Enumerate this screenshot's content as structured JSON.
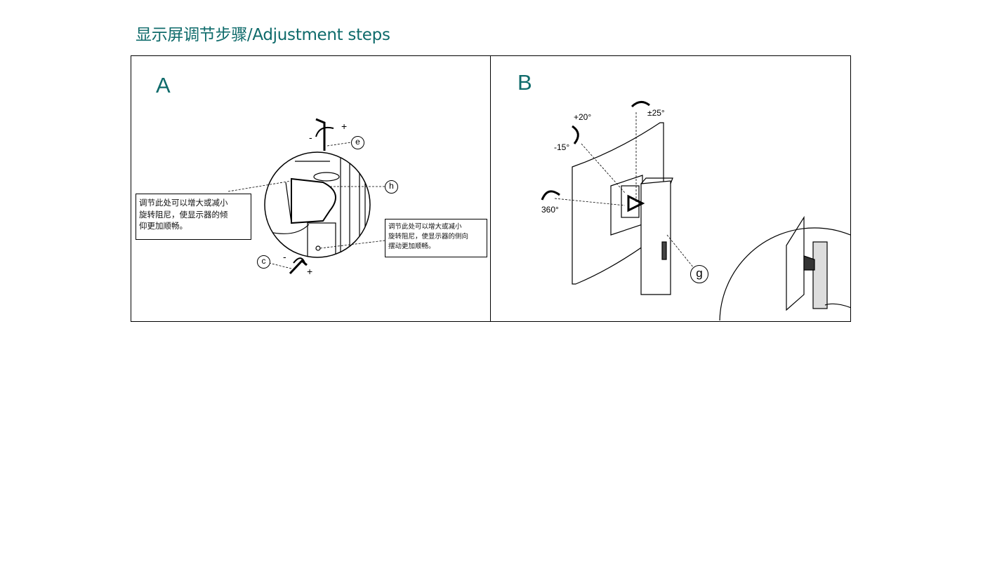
{
  "title": "显示屏调节步骤/Adjustment steps",
  "panel_a": {
    "label": "A",
    "note_left": [
      "调节此处可以增大或减小",
      "旋转阻尼，使显示器的倾",
      "仰更加顺畅。"
    ],
    "note_right": [
      "调节此处可以增大或减小",
      "旋转阻尼，使显示器的侧向",
      "摆动更加顺畅。"
    ],
    "callout_e": "e",
    "callout_h": "h",
    "callout_c": "c",
    "minus": "-",
    "plus": "+"
  },
  "panel_b": {
    "label": "B",
    "tilt_up": "+20°",
    "tilt_down": "-15°",
    "swivel": "±25°",
    "rotate": "360°",
    "callout_g": "g"
  }
}
